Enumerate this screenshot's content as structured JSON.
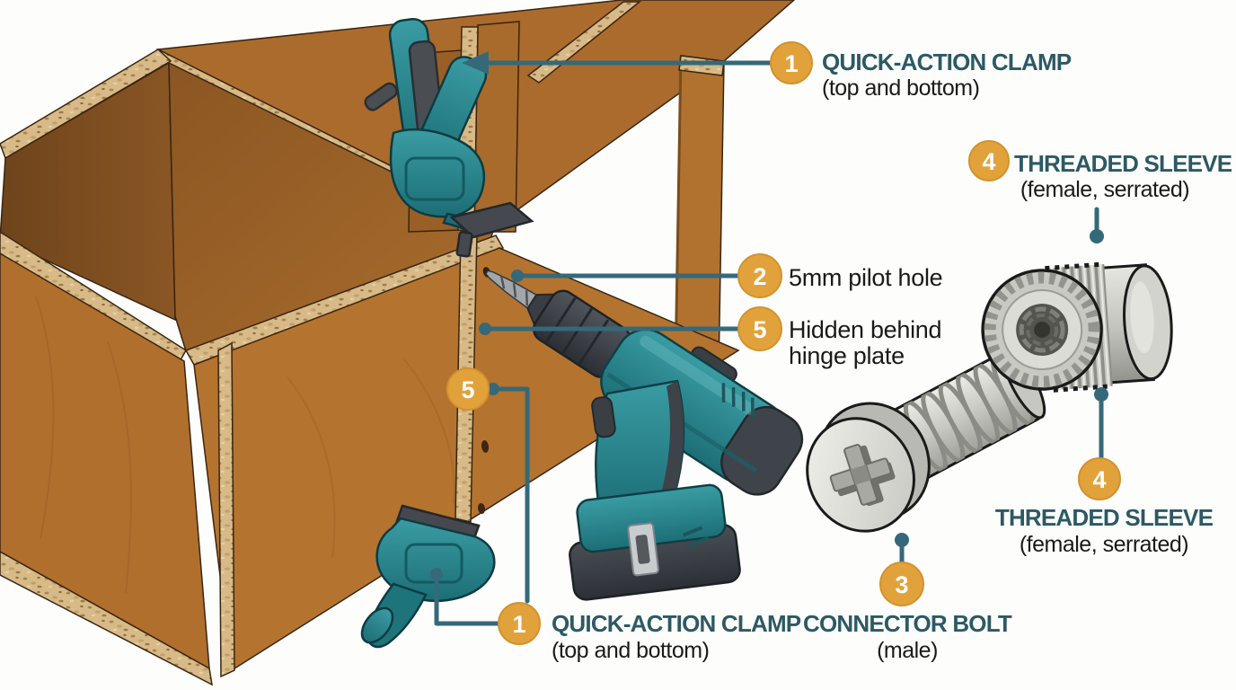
{
  "diagram": {
    "callouts": {
      "clamp_top": {
        "num": "1",
        "title": "QUICK-ACTION CLAMP",
        "subtitle": "(top and bottom)"
      },
      "pilot_hole": {
        "num": "2",
        "label": "5mm pilot hole"
      },
      "hidden_hinge": {
        "num": "5",
        "line1": "Hidden behind",
        "line2": "hinge plate"
      },
      "hinge_marker": {
        "num": "5"
      },
      "clamp_bottom": {
        "num": "1",
        "title": "QUICK-ACTION CLAMP",
        "subtitle": "(top and bottom)"
      },
      "connector_bolt": {
        "num": "3",
        "title": "CONNECTOR BOLT",
        "subtitle": "(male)"
      },
      "sleeve_top": {
        "num": "4",
        "title": "THREADED SLEEVE",
        "subtitle": "(female, serrated)"
      },
      "sleeve_bottom": {
        "num": "4",
        "title": "THREADED SLEEVE",
        "subtitle": "(female, serrated)"
      }
    },
    "colors": {
      "badge_orange": "#E2A23B",
      "badge_ring": "#D2922E",
      "heading_teal": "#2C5964",
      "body_text": "#1A1A1A",
      "leader_teal": "#35697A",
      "tool_teal": "#27858A",
      "wood_face": "#B06F2D",
      "wood_edge_tan": "#D7BA87",
      "metal_silver": "#D8D8D2",
      "background": "#FDFDFB"
    },
    "illustration_parts": [
      "cabinet-boxes",
      "quick-action-clamp-top",
      "quick-action-clamp-bottom",
      "cordless-drill",
      "pilot-holes",
      "connector-bolt",
      "threaded-sleeve"
    ]
  }
}
